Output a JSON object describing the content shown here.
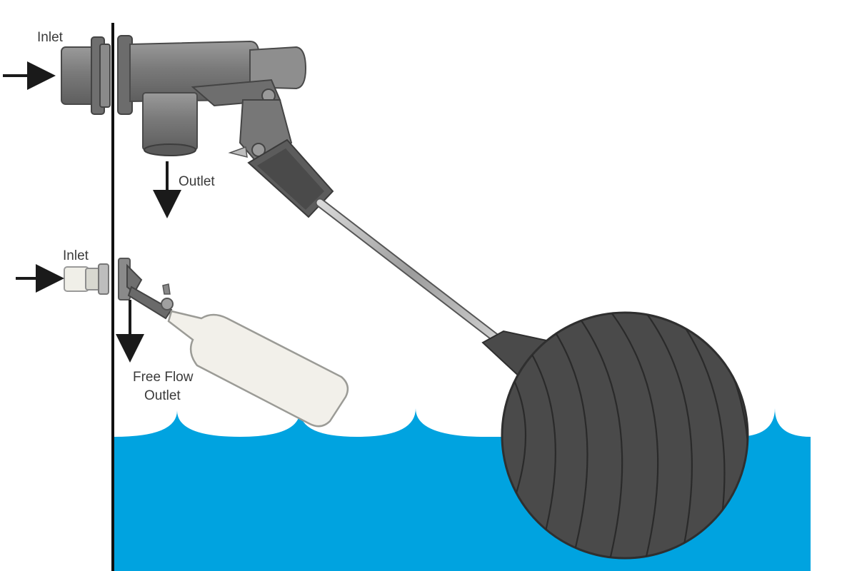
{
  "labels": {
    "large_valve_inlet": "Inlet",
    "large_valve_outlet": "Outlet",
    "small_valve_inlet": "Inlet",
    "small_valve_outlet_line1": "Free Flow",
    "small_valve_outlet_line2": "Outlet"
  },
  "colors": {
    "water": "#00a3e0",
    "valve_body": "#7d7d7d",
    "float_ball": "#4a4a4a",
    "small_float": "#f2f0ea",
    "text": "#3a3a3a"
  }
}
